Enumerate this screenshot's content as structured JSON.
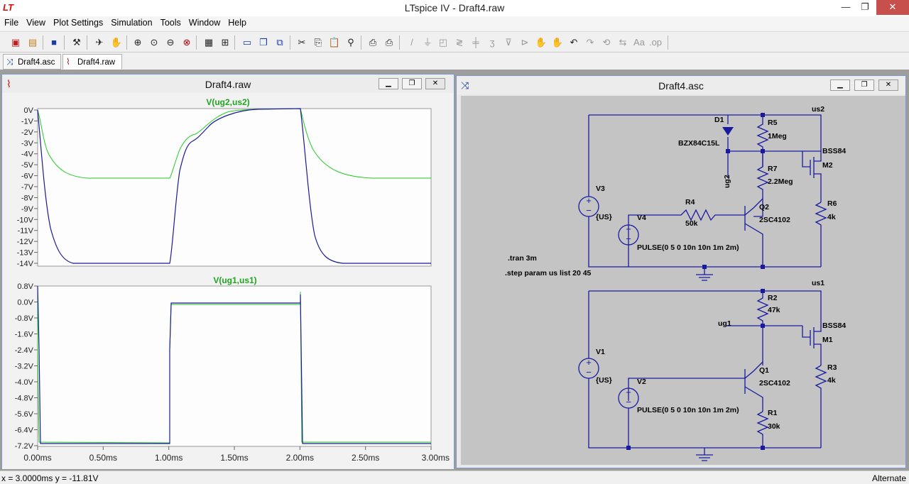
{
  "app": {
    "title": "LTspice IV - Draft4.raw",
    "icon_name": "ltspice-icon",
    "controls": {
      "minimize": "—",
      "restore": "❐",
      "close": "✕"
    }
  },
  "menu": [
    "File",
    "View",
    "Plot Settings",
    "Simulation",
    "Tools",
    "Window",
    "Help"
  ],
  "tabs": [
    {
      "label": "Draft4.asc",
      "icon": "schematic-icon"
    },
    {
      "label": "Draft4.raw",
      "icon": "waveform-icon",
      "active": true
    }
  ],
  "waveform_window": {
    "title": "Draft4.raw",
    "top_pane": {
      "trace_label": "V(ug2,us2)",
      "y_ticks": [
        "0V",
        "-1V",
        "-2V",
        "-3V",
        "-4V",
        "-5V",
        "-6V",
        "-7V",
        "-8V",
        "-9V",
        "-10V",
        "-11V",
        "-12V",
        "-13V",
        "-14V"
      ]
    },
    "bottom_pane": {
      "trace_label": "V(ug1,us1)",
      "y_ticks": [
        "0.8V",
        "0.0V",
        "-0.8V",
        "-1.6V",
        "-2.4V",
        "-3.2V",
        "-4.0V",
        "-4.8V",
        "-5.6V",
        "-6.4V",
        "-7.2V"
      ]
    },
    "x_ticks": [
      "0.00ms",
      "0.50ms",
      "1.00ms",
      "1.50ms",
      "2.00ms",
      "2.50ms",
      "3.00ms"
    ],
    "colors": {
      "trace_green": "#22cc22",
      "trace_blue": "#1a1a9a",
      "label_green": "#1fa51f"
    }
  },
  "schematic_window": {
    "title": "Draft4.asc",
    "labels": {
      "us2": "us2",
      "D1": "D1",
      "R5": "R5",
      "R5_val": "1Meg",
      "BZX": "BZX84C15L",
      "BSS84_top": "BSS84",
      "M2": "M2",
      "ug2": "ug2",
      "R7": "R7",
      "R7_val": "2.2Meg",
      "V3": "V3",
      "V3_val": "{US}",
      "R4": "R4",
      "R4_val": "50k",
      "Q2": "Q2",
      "Q2_val": "2SC4102",
      "R6": "R6",
      "R6_val": "4k",
      "V4": "V4",
      "pulse_top": "PULSE(0 5 0 10n 10n 1m 2m)",
      "tran": ".tran 3m",
      "step": ".step param us list 20 45",
      "us1": "us1",
      "R2": "R2",
      "R2_val": "47k",
      "ug1": "ug1",
      "BSS84_bot": "BSS84",
      "M1": "M1",
      "V1": "V1",
      "V1_val": "{US}",
      "Q1": "Q1",
      "Q1_val": "2SC4102",
      "R3": "R3",
      "R3_val": "4k",
      "V2": "V2",
      "pulse_bot": "PULSE(0 5 0 10n 10n 1m 2m)",
      "R1": "R1",
      "R1_val": "30k"
    }
  },
  "status": {
    "cursor": "x = 3.0000ms   y = -11.81V",
    "mode": "Alternate"
  }
}
